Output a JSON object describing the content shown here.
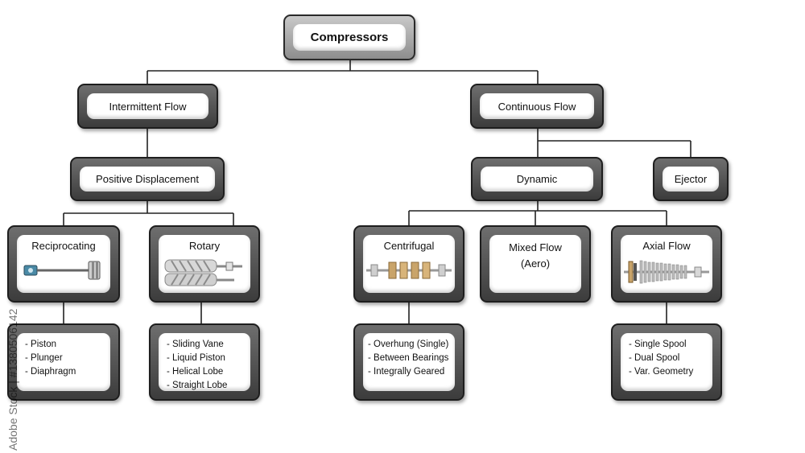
{
  "root": {
    "label": "Compressors"
  },
  "intermittent": {
    "label": "Intermittent Flow"
  },
  "continuous": {
    "label": "Continuous Flow"
  },
  "positive_displacement": {
    "label": "Positive Displacement"
  },
  "dynamic": {
    "label": "Dynamic"
  },
  "ejector": {
    "label": "Ejector"
  },
  "reciprocating": {
    "label": "Reciprocating",
    "items": [
      "- Piston",
      "- Plunger",
      "- Diaphragm"
    ]
  },
  "rotary": {
    "label": "Rotary",
    "items": [
      "- Sliding Vane",
      "- Liquid Piston",
      "- Helical Lobe",
      "- Straight Lobe"
    ]
  },
  "centrifugal": {
    "label": "Centrifugal",
    "items": [
      "- Overhung (Single)",
      "- Between Bearings",
      "- Integrally Geared"
    ]
  },
  "mixed_flow": {
    "label": "Mixed Flow\n(Aero)"
  },
  "axial_flow": {
    "label": "Axial Flow",
    "items": [
      "- Single Spool",
      "- Dual Spool",
      "- Var. Geometry"
    ]
  },
  "watermark": "Adobe Stock | #1380506142",
  "colors": {
    "frame_dark": "#3c3c3c",
    "frame_light": "#c9c9c9",
    "line": "#222222"
  }
}
